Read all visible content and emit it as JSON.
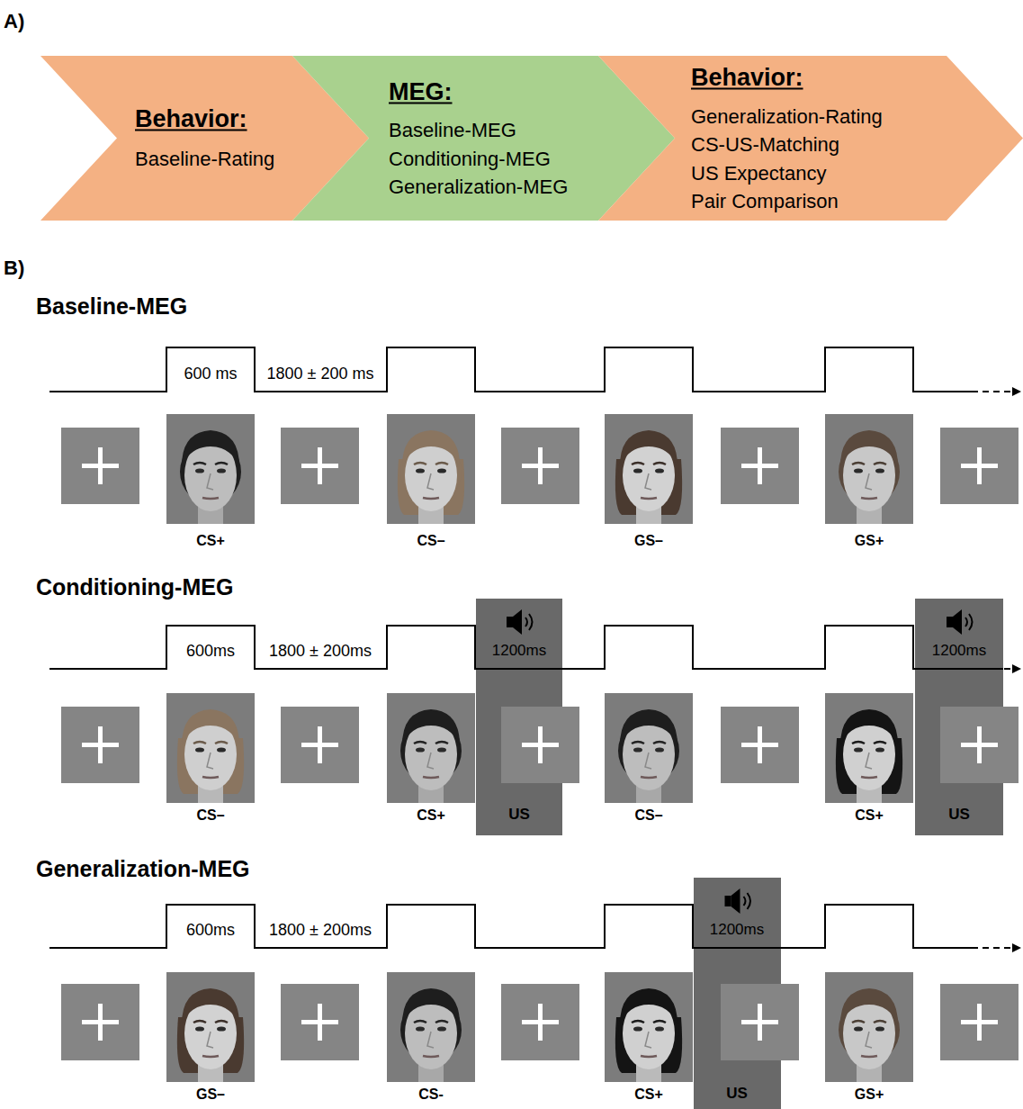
{
  "diagram": {
    "nodes": [
      {
        "text": [
          "Behavior:",
          "Baseline-Rating"
        ]
      },
      {
        "text": [
          "MEG:",
          "Baseline-MEG",
          "Conditioning-MEG",
          "Generalization-MEG"
        ]
      },
      {
        "text": [
          "Behavior:",
          "Generalization-Rating",
          "CS-US-Matching",
          "US Expectancy",
          "Pair Comparison"
        ]
      },
      {
        "text": [
          "1200ms",
          "US"
        ]
      },
      {
        "text": [
          "1200ms",
          "US"
        ]
      },
      {
        "text": [
          "1200ms",
          "US"
        ]
      }
    ],
    "labels": [
      "A)",
      "B)",
      "Baseline-MEG",
      "600 ms",
      "1800 ± 200 ms",
      "CS+",
      "CS–",
      "GS–",
      "GS+",
      "Conditioning-MEG",
      "600ms",
      "1800 ± 200ms",
      "CS–",
      "CS+",
      "CS–",
      "CS+",
      "Generalization-MEG",
      "600ms",
      "1800 ± 200ms",
      "GS–",
      "CS-",
      "CS+",
      "GS+"
    ]
  }
}
